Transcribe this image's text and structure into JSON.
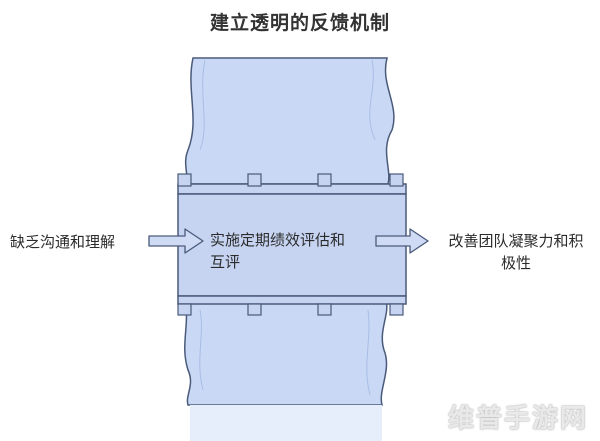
{
  "title": "建立透明的反馈机制",
  "input_text": "缺乏沟通和理解",
  "center_text": [
    "实施定期绩效评估和",
    "互评"
  ],
  "output_text": [
    "改善团队凝聚力和积",
    "极性"
  ],
  "watermark": "维普手游网",
  "colors": {
    "pipe_fill": "#c9d8f5",
    "pipe_stroke": "#4a5a7a",
    "box_fill": "#c6d4f2",
    "arrow_fill": "#cfdaf4",
    "text": "#2b2b2b"
  }
}
